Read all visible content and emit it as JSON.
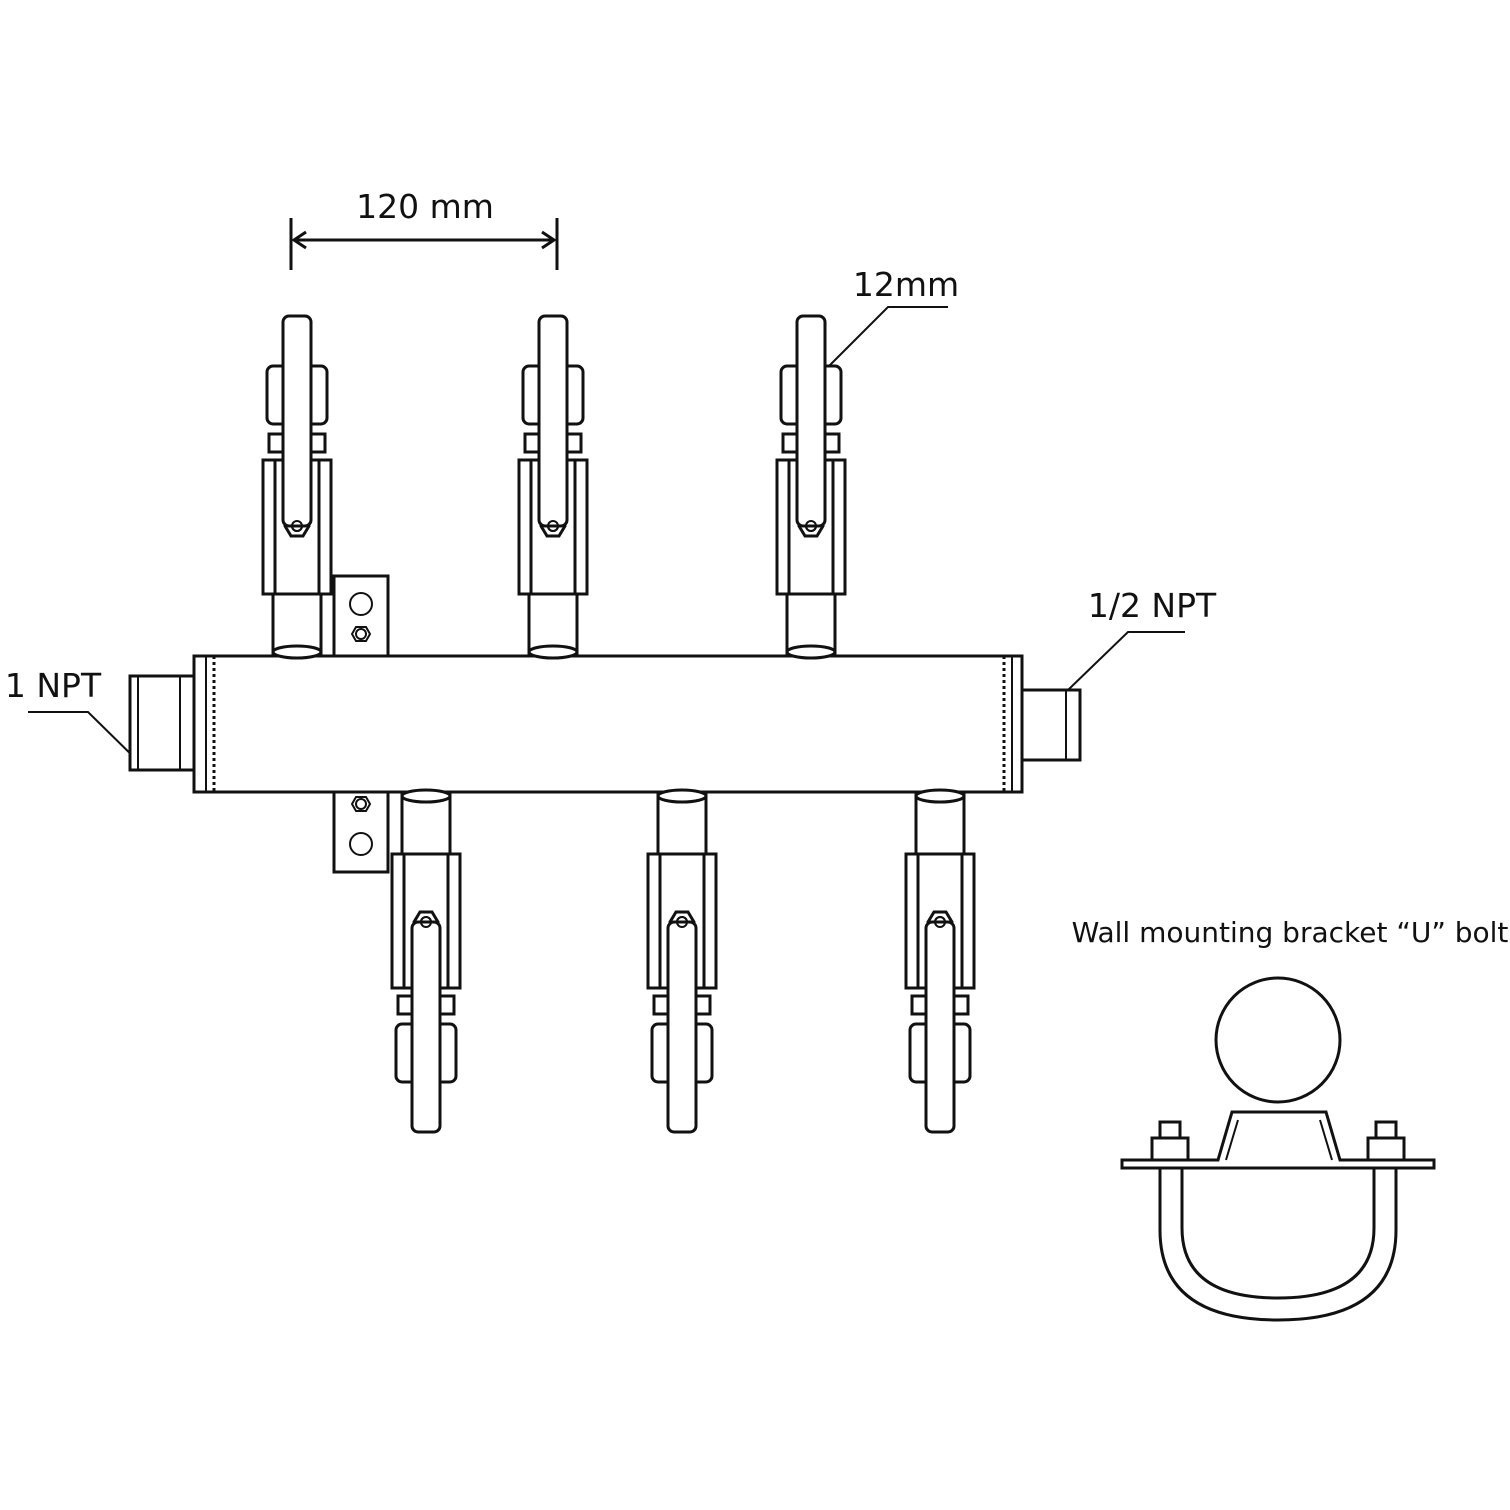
{
  "labels": {
    "spacing": "120 mm",
    "tube": "12mm",
    "outlet": "1/2 NPT",
    "inlet": "1 NPT",
    "bracket": "Wall mounting bracket “U” bolt"
  },
  "colors": {
    "line": "#111111",
    "background": "#ffffff"
  },
  "valves": {
    "top_count": 3,
    "bottom_count": 3
  }
}
